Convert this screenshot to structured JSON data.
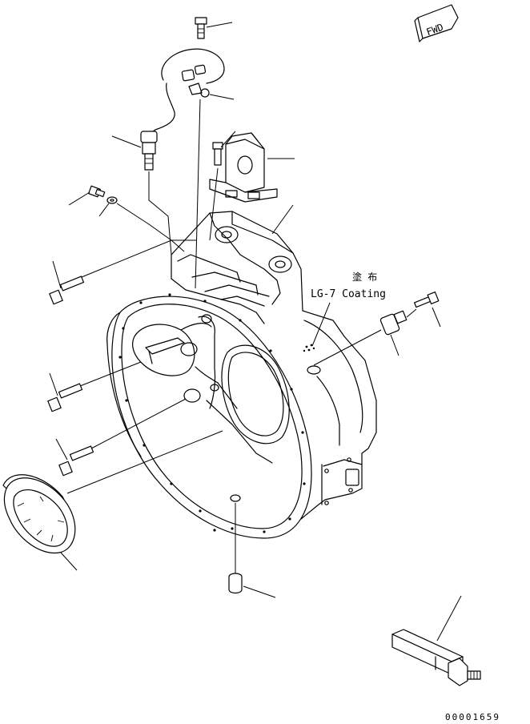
{
  "annotations": {
    "coating_jp": "塗 布",
    "coating_en": "LG-7 Coating",
    "direction_tag": "FWD"
  },
  "footer": {
    "drawing_number": "00001659"
  },
  "colors": {
    "line": "#000000",
    "background": "#ffffff"
  },
  "icons": {
    "direction_tag": "fwd-arrow-tag-icon"
  }
}
